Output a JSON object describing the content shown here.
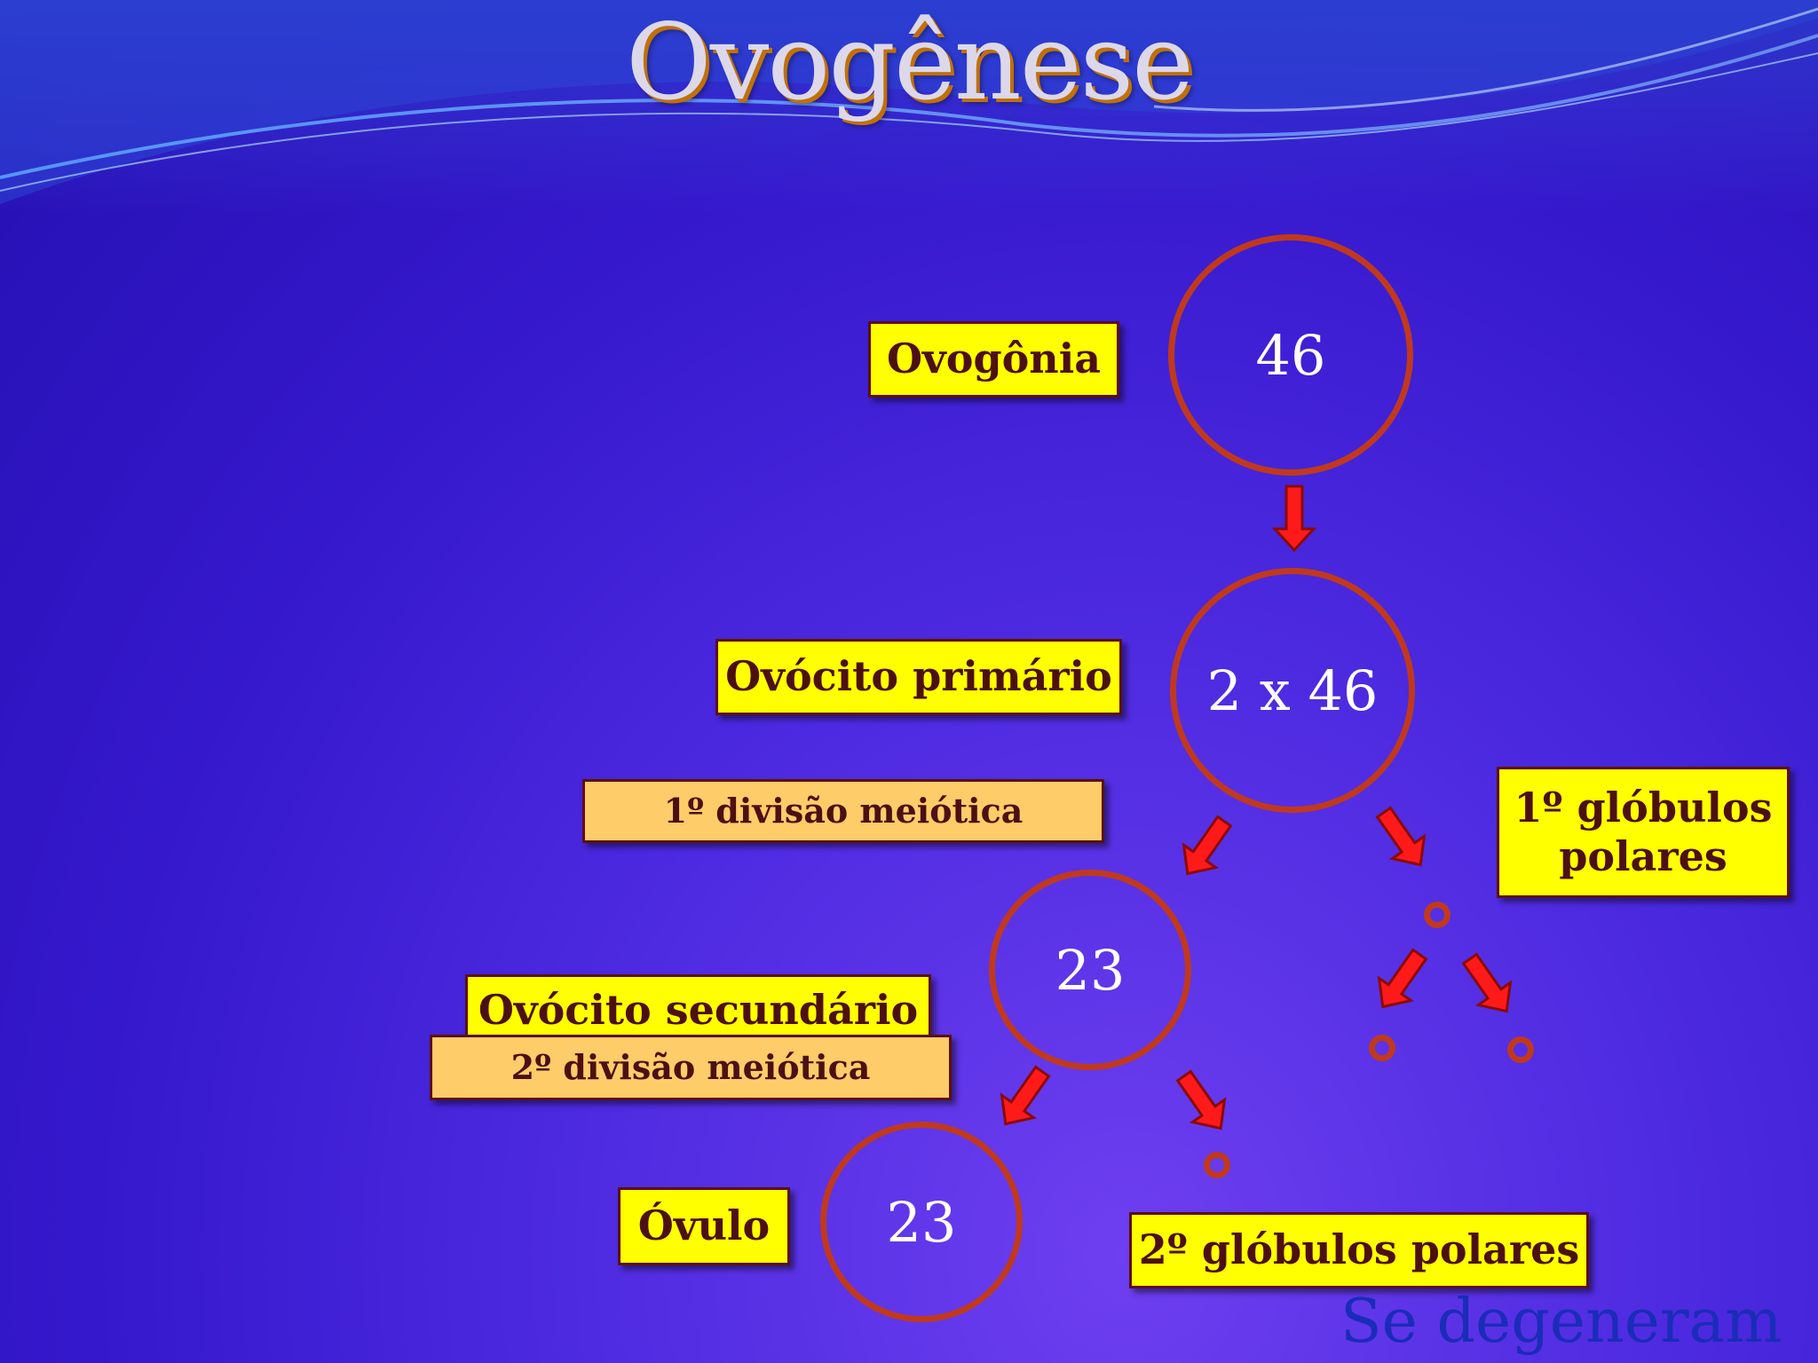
{
  "slide": {
    "title": "Ovogênese",
    "footnote": "Se degeneram"
  },
  "stages": [
    {
      "label": "Ovogônia",
      "value": "46"
    },
    {
      "label": "Ovócito primário",
      "value": "2 x 46"
    },
    {
      "label": "Ovócito secundário",
      "value": "23"
    },
    {
      "label": "Óvulo",
      "value": "23"
    }
  ],
  "divisions": {
    "first": "1º divisão meiótica",
    "second": "2º divisão meiótica"
  },
  "polar_bodies": {
    "first": "1º glóbulos polares",
    "second": "2º glóbulos polares"
  },
  "colors": {
    "label_fill": "#ffff00",
    "division_fill": "#ffcc6a",
    "circle_stroke": "#c0391e",
    "arrow_fill": "#ff1a1a"
  }
}
